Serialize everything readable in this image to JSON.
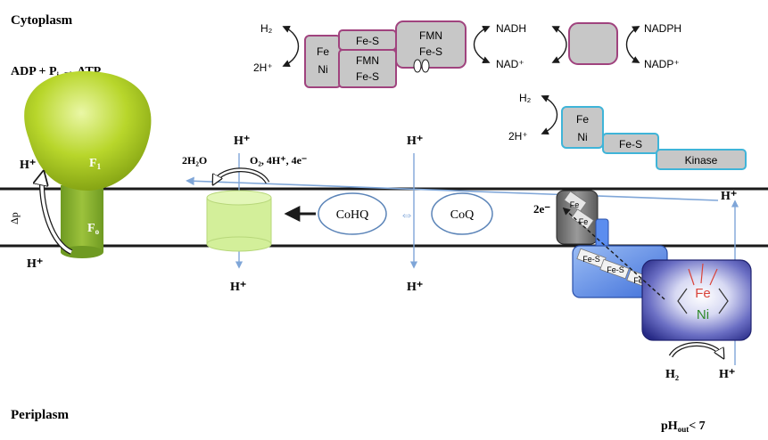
{
  "regions": {
    "cytoplasm": "Cytoplasm",
    "periplasm": "Periplasm",
    "ph_main": "pH",
    "ph_sub": "out",
    "ph_tail": "< 7"
  },
  "atp": {
    "reaction_a": "ADP + P",
    "reaction_sub": "i",
    "reaction_b": " → ATP",
    "f1_main": "F",
    "f1_sub": "1",
    "fo_main": "F",
    "fo_sub": "o",
    "delta_p": "Δp",
    "proton_in": "H⁺",
    "proton_out": "H⁺"
  },
  "soluble_hydrogenase": {
    "h2": "H₂",
    "protons": "2H⁺",
    "subunit_feni_top": "Fe",
    "subunit_feni_bottom": "Ni",
    "subunit_fes_top": "Fe-S",
    "subunit_fmn_middle": "FMN",
    "subunit_fes_bottom": "Fe-S",
    "subunit_fmn_top": "FMN",
    "subunit_fes_right": "Fe-S",
    "nadh": "NADH",
    "nad": "NAD⁺",
    "nadph": "NADPH",
    "nadp": "NADP⁺"
  },
  "regulatory_hydrogenase": {
    "h2": "H₂",
    "protons": "2H⁺",
    "subunit_fe": "Fe",
    "subunit_ni": "Ni",
    "subunit_fes": "Fe-S",
    "subunit_kinase": "Kinase"
  },
  "respiratory_chain": {
    "oxidase_proton": "H⁺",
    "water": "2H₂O",
    "oxygen": "O₂, 4H⁺, 4e⁻",
    "oxidase_proton_out": "H⁺",
    "quinol": "CoHQ",
    "exchange_symbol": "⇔",
    "quinone": "CoQ",
    "quinone_proton_in": "H⁺",
    "quinone_proton_out": "H⁺"
  },
  "membrane_hydrogenase": {
    "electrons": "2e⁻",
    "cytb_fe_top": "Fe",
    "cytb_fe_bottom": "Fe",
    "small_fes_1": "Fe-S",
    "small_fes_2": "Fe-S",
    "small_fes_3": "Fe-S",
    "active_fe": "Fe",
    "active_ni": "Ni",
    "h2": "H₂",
    "proton_out": "H⁺",
    "proton_in": "H⁺"
  },
  "colors": {
    "membrane": "#1a1a1a",
    "soluble_border": "#a0437e",
    "regulatory_border": "#3fb4d8",
    "subunit_fill": "#c7c7c7",
    "atp_green": "#a6c51a",
    "oxidase_fill": "#d3ef9a",
    "blue_subunit": "#5b8def",
    "active_site": "#3b3b9a",
    "arrow_blue": "#7fa6d8"
  }
}
